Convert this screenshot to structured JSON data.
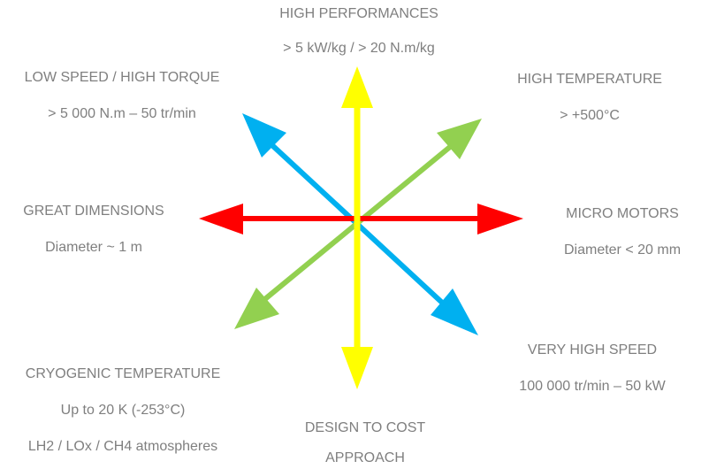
{
  "colors": {
    "text": "#7f7f7f",
    "yellow": "#ffff00",
    "red": "#ff0000",
    "green": "#92d050",
    "blue": "#00b0f0"
  },
  "labels": {
    "top": {
      "title": "HIGH PERFORMANCES",
      "sub": "> 5 kW/kg / > 20 N.m/kg"
    },
    "top_left": {
      "title": "LOW SPEED / HIGH TORQUE",
      "sub": "> 5 000 N.m – 50 tr/min"
    },
    "top_right": {
      "title": "HIGH TEMPERATURE",
      "sub": "> +500°C"
    },
    "left": {
      "title": "GREAT DIMENSIONS",
      "sub": "Diameter ~ 1 m"
    },
    "right": {
      "title": "MICRO MOTORS",
      "sub": "Diameter < 20 mm"
    },
    "bottom_left": {
      "title": "CRYOGENIC TEMPERATURE",
      "sub": "Up to 20 K (-253°C)",
      "sub2": "LH2 / LOx / CH4 atmospheres"
    },
    "bottom_right": {
      "title": "VERY HIGH SPEED",
      "sub": "100 000 tr/min – 50 kW"
    },
    "bottom": {
      "title": "DESIGN TO COST",
      "sub": "APPROACH"
    }
  },
  "arrows": [
    {
      "name": "arrow-high-performances",
      "color": "yellow",
      "direction": "up"
    },
    {
      "name": "arrow-design-to-cost",
      "color": "yellow",
      "direction": "down"
    },
    {
      "name": "arrow-great-dimensions",
      "color": "red",
      "direction": "left"
    },
    {
      "name": "arrow-micro-motors",
      "color": "red",
      "direction": "right"
    },
    {
      "name": "arrow-high-temperature",
      "color": "green",
      "direction": "up-right"
    },
    {
      "name": "arrow-cryogenic-temperature",
      "color": "green",
      "direction": "down-left"
    },
    {
      "name": "arrow-low-speed-high-torque",
      "color": "blue",
      "direction": "up-left"
    },
    {
      "name": "arrow-very-high-speed",
      "color": "blue",
      "direction": "down-right"
    }
  ]
}
